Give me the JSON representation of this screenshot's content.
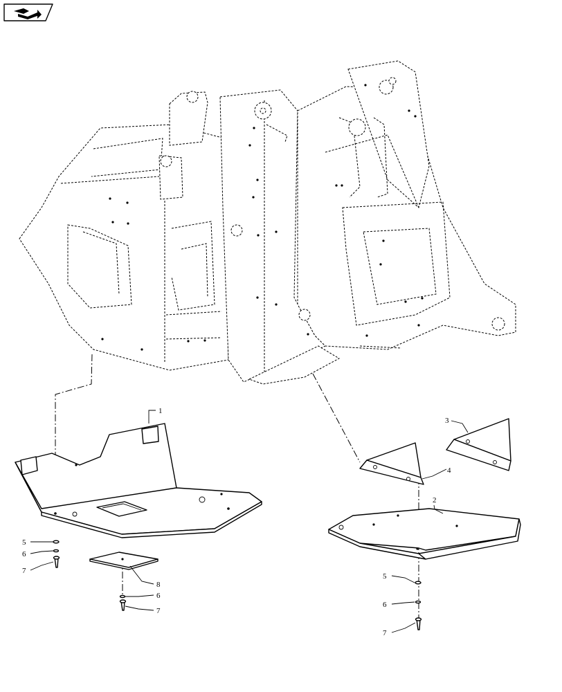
{
  "nav_button": {
    "icon": "book-arrow-icon"
  },
  "callouts": {
    "left_plate": "1",
    "right_plate": "2",
    "small_bracket": "3",
    "large_bracket": "4",
    "washer_left": "5",
    "lockwasher_left": "6",
    "bolt_left": "7",
    "cover_plate": "8",
    "cover_lockwasher": "6",
    "cover_bolt": "7",
    "washer_right": "5",
    "lockwasher_right": "6",
    "bolt_right": "7"
  }
}
